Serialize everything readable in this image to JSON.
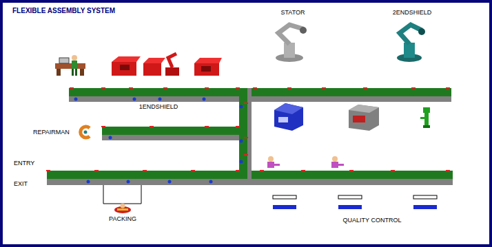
{
  "diagram": {
    "title": "FLEXIBLE ASSEMBLY SYSTEM",
    "labels": [
      "STATOR",
      "2ENDSHIELD",
      "1ENDSHIELD",
      "REPAIRMAN",
      "ENTRY",
      "EXIT",
      "PACKING",
      "QUALITY CONTROL"
    ]
  }
}
